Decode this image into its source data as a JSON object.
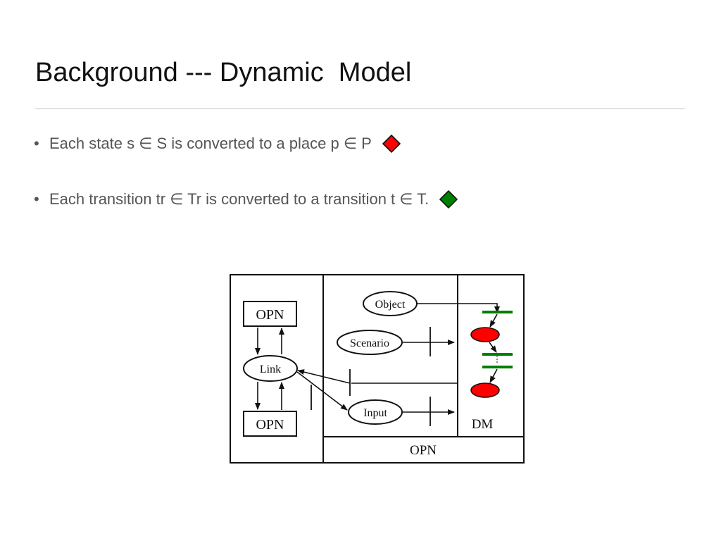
{
  "slide": {
    "title": "Background --- Dynamic  Model",
    "bullets": [
      {
        "text": "Each state s ∈ S is converted to a place p ∈ P",
        "marker_color": "#ff0000"
      },
      {
        "text": "Each transition tr ∈ Tr is converted to a transition t ∈ T.",
        "marker_color": "#008000"
      }
    ]
  },
  "diagram": {
    "opn_top": "OPN",
    "opn_bottom": "OPN",
    "link": "Link",
    "object": "Object",
    "scenario": "Scenario",
    "input": "Input",
    "dm": "DM",
    "opn_footer": "OPN"
  },
  "colors": {
    "place_fill": "#ff0000",
    "transition_bar": "#008000"
  }
}
